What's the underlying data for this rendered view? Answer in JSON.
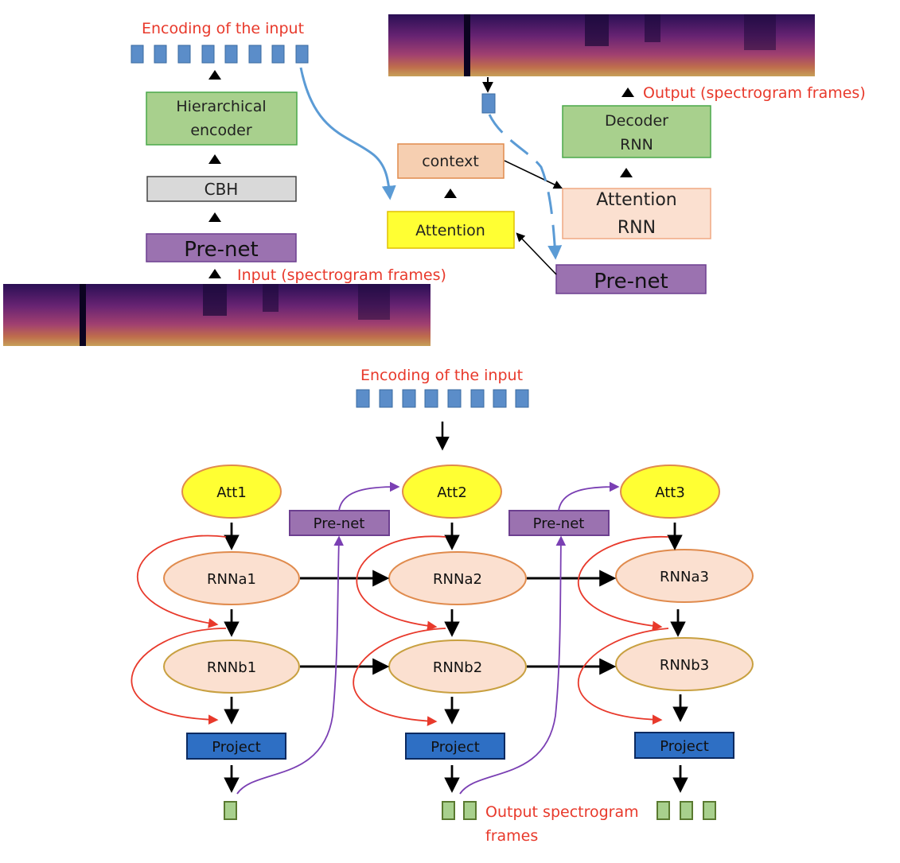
{
  "top": {
    "encoding_label": "Encoding of the input",
    "hierarchical_encoder": [
      "Hierarchical",
      "encoder"
    ],
    "cbh": "CBH",
    "prenet_left": "Pre-net",
    "input_label": "Input (spectrogram frames)",
    "output_label": "Output (spectrogram frames)",
    "decoder_rnn": [
      "Decoder",
      "RNN"
    ],
    "context": "context",
    "attention": "Attention",
    "attention_rnn": [
      "Attention",
      "RNN"
    ],
    "prenet_right": "Pre-net"
  },
  "bottom": {
    "encoding_label": "Encoding of the input",
    "att": [
      "Att1",
      "Att2",
      "Att3"
    ],
    "rnna": [
      "RNNa1",
      "RNNa2",
      "RNNa3"
    ],
    "rnnb": [
      "RNNb1",
      "RNNb2",
      "RNNb3"
    ],
    "project": [
      "Project",
      "Project",
      "Project"
    ],
    "prenet": [
      "Pre-net",
      "Pre-net"
    ],
    "output_label": [
      "Output spectrogram",
      "frames"
    ]
  },
  "colors": {
    "label_red": "#e8392b",
    "encoding_square": "#5b8dc9",
    "green_box": "#a8d08d",
    "gray_box": "#d9d9d9",
    "purple_box": "#9b72b0",
    "orange_box": "#f6cfb1",
    "light_orange_box": "#fbe0d0",
    "yellow_box": "#ffff33",
    "project_blue": "#2e6fc4",
    "output_green": "#a8d08d",
    "attention_blue_arrow": "#5b9bd5",
    "purple_arrow": "#7a3fb3"
  }
}
